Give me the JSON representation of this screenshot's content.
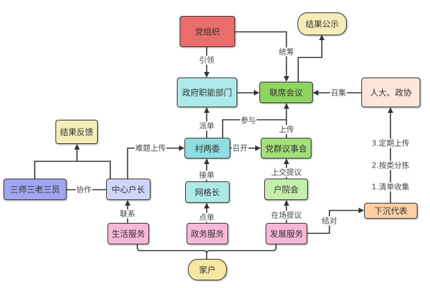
{
  "nodes": {
    "party_org": {
      "label": "党组织",
      "color": "#e96d6b"
    },
    "result_publish": {
      "label": "结果公示",
      "color": "#f5ecb8"
    },
    "gov_depts": {
      "label": "政府职能部门",
      "color": "#aee9ea"
    },
    "joint_meeting": {
      "label": "联席会议",
      "color": "#8fd45e"
    },
    "npc_cppcc": {
      "label": "人大、政协",
      "color": "#fde6d9"
    },
    "result_feedback": {
      "label": "结果反馈",
      "color": "#f5ecb8"
    },
    "village_committees": {
      "label": "村两委",
      "color": "#8fdde0"
    },
    "party_mass_council": {
      "label": "党群议事会",
      "color": "#a3e07a"
    },
    "three_groups": {
      "label": "三师三老三员",
      "color": "#a0a5f0"
    },
    "central_household_head": {
      "label": "中心户长",
      "color": "#d0d5f8"
    },
    "grid_leader": {
      "label": "网格长",
      "color": "#aee9ea"
    },
    "courtyard_meeting": {
      "label": "户院会",
      "color": "#c4eeab"
    },
    "sinking_reps": {
      "label": "下沉代表",
      "color": "#fccfa7"
    },
    "life_service": {
      "label": "生活服务",
      "color": "#f7b8d8"
    },
    "gov_service": {
      "label": "政务服务",
      "color": "#f7b8d8"
    },
    "dev_service": {
      "label": "发展服务",
      "color": "#f7b8d8"
    },
    "households": {
      "label": "家户",
      "color": "#f5e6a0"
    }
  },
  "edges": {
    "lead": "引领",
    "coordinate": "统筹",
    "convene": "召集",
    "participate": "参与",
    "dispatch": "派单",
    "upload": "上传",
    "problem_upload": "难题上传",
    "hold": "召开",
    "cooperate": "协作",
    "accept_order": "接单",
    "submit_proposal": "上交提议",
    "contact": "联系",
    "place_order": "点单",
    "onsite_proposal": "在场提议",
    "pair": "结对",
    "step3": "3.定期上传",
    "step2": "2.按类分拣",
    "step1": "1.清单收集"
  }
}
